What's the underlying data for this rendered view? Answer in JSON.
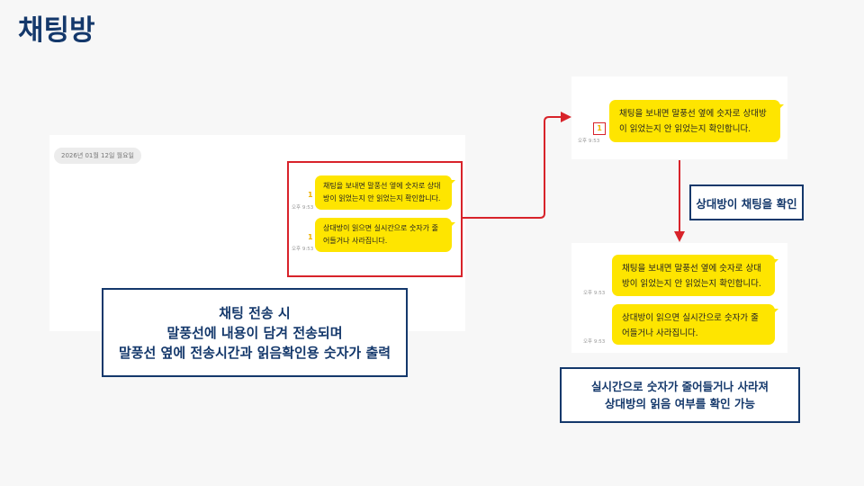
{
  "title": "채팅방",
  "left_panel": {
    "date": "2026년 01월 12일 월요일",
    "messages": [
      {
        "text": "채팅을 보내면 말풍선 옆에 숫자로 상대방이 읽었는지 안 읽었는지 확인합니다.",
        "read_count": "1",
        "time": "오후 9:53"
      },
      {
        "text": "상대방이 읽으면 실시간으로 숫자가 줄어들거나 사라집니다.",
        "read_count": "1",
        "time": "오후 9:53"
      }
    ]
  },
  "caption_left": [
    "채팅 전송 시",
    "말풍선에 내용이 담겨 전송되며",
    "말풍선 옆에 전송시간과 읽음확인용 숫자가 출력"
  ],
  "top_right": {
    "text": "채팅을 보내면 말풍선 옆에 숫자로 상대방이 읽었는지 안 읽었는지 확인합니다.",
    "read_count": "1",
    "time": "오후 9:53"
  },
  "step_label": "상대방이 채팅을 확인",
  "bottom_right": {
    "messages": [
      {
        "text": "채팅을 보내면 말풍선 옆에 숫자로 상대방이 읽었는지 안 읽었는지 확인합니다.",
        "time": "오후 9:53"
      },
      {
        "text": "상대방이 읽으면 실시간으로 숫자가 줄어들거나 사라집니다.",
        "time": "오후 9:53"
      }
    ]
  },
  "caption_right": [
    "실시간으로 숫자가 줄어들거나 사라져",
    "상대방의 읽음 여부를 확인 가능"
  ],
  "colors": {
    "navy": "#14386b",
    "red": "#d8232a",
    "bubble": "#fee500"
  }
}
